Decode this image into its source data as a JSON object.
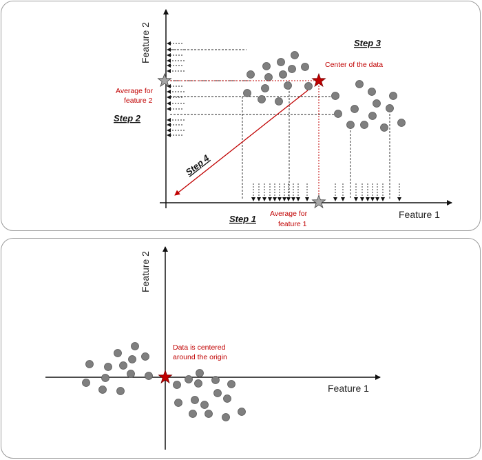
{
  "top_panel": {
    "x_axis_label": "Feature 1",
    "y_axis_label": "Feature 2",
    "step1": "Step 1",
    "step2": "Step 2",
    "step3": "Step 3",
    "step4": "Step 4",
    "avg_feature1_line1": "Average for",
    "avg_feature1_line2": "feature 1",
    "avg_feature2_line1": "Average for",
    "avg_feature2_line2": "feature 2",
    "center_label": "Center of the data"
  },
  "bottom_panel": {
    "x_axis_label": "Feature 1",
    "y_axis_label": "Feature 2",
    "centered_line1": "Data is centered",
    "centered_line2": "around the origin"
  },
  "colors": {
    "point": "#7f7f7f",
    "point_stroke": "#595959",
    "accent_red": "#c00000",
    "star_fill": "#c00000",
    "star_gray": "#a6a6a6"
  }
}
